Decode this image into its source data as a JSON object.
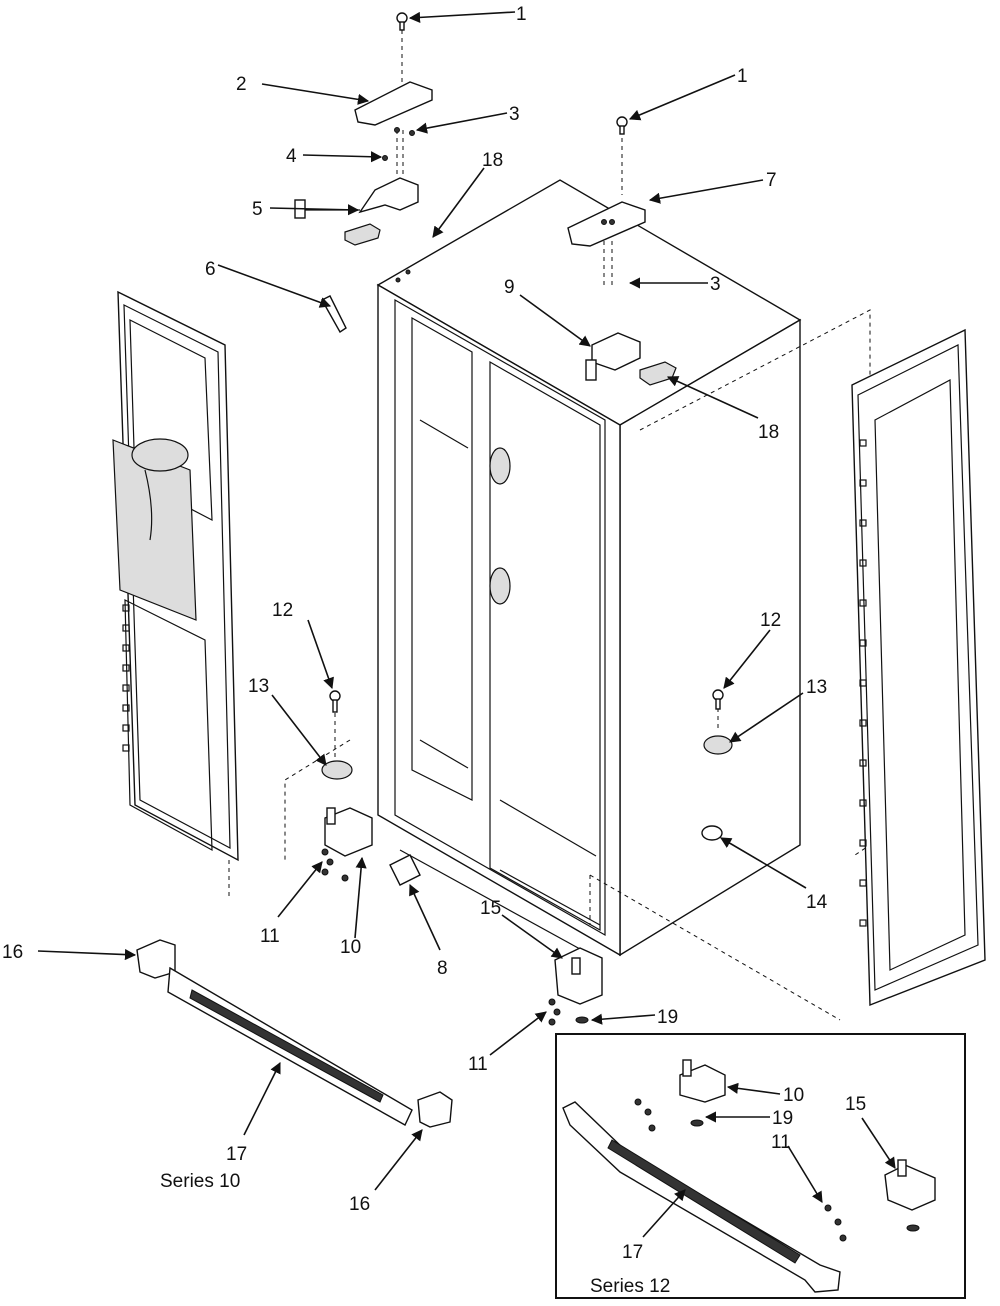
{
  "diagram": {
    "title": "Refrigerator cabinet, doors and hinges exploded view",
    "callouts": {
      "c1a": "1",
      "c1b": "1",
      "c2": "2",
      "c3a": "3",
      "c3b": "3",
      "c4": "4",
      "c5": "5",
      "c6": "6",
      "c7": "7",
      "c8": "8",
      "c9": "9",
      "c10a": "10",
      "c10b": "10",
      "c11a": "11",
      "c11b": "11",
      "c11c": "11",
      "c12a": "12",
      "c12b": "12",
      "c13a": "13",
      "c13b": "13",
      "c14": "14",
      "c15a": "15",
      "c15b": "15",
      "c16a": "16",
      "c16b": "16",
      "c17a": "17",
      "c17b": "17",
      "c18a": "18",
      "c18b": "18",
      "c19a": "19",
      "c19b": "19"
    },
    "captions": {
      "series10": "Series 10",
      "series12": "Series 12"
    }
  }
}
